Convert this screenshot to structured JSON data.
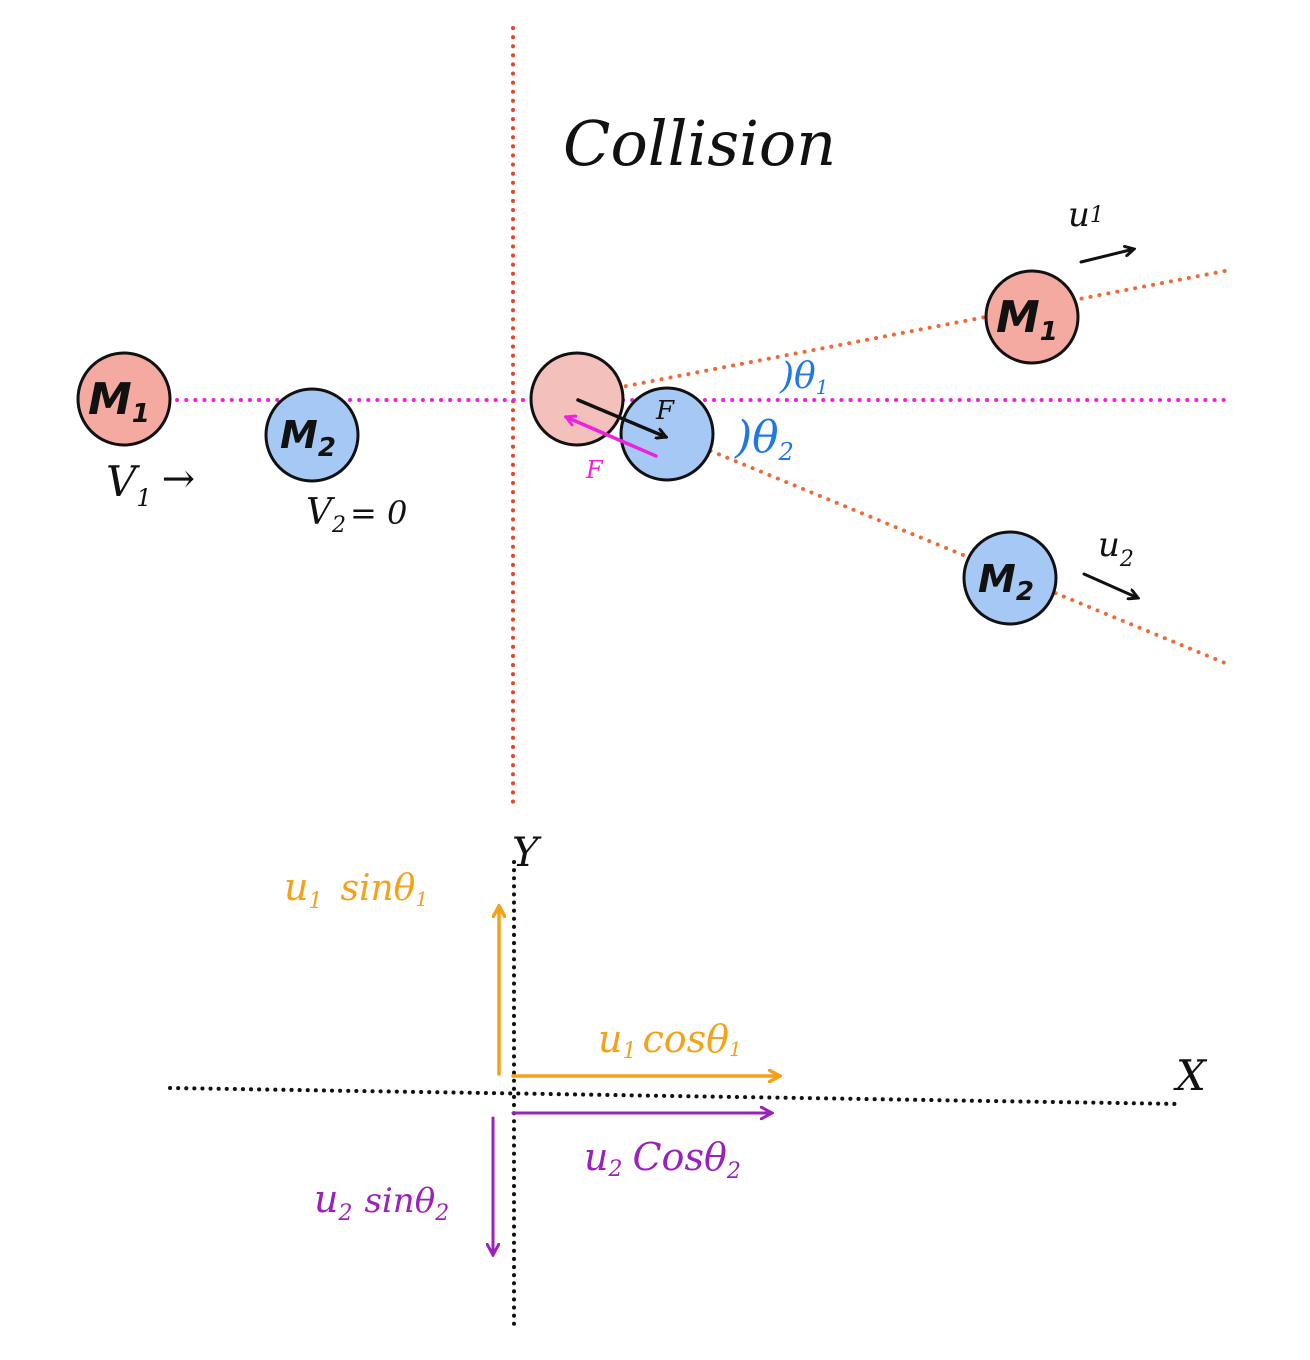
{
  "title": "Collision",
  "colors": {
    "ball_m1": "#f4aaa0",
    "ball_m1_collision": "#f3c0bb",
    "ball_m2": "#a6c8f5",
    "outline": "#111111",
    "boundary_line": "#e8432a",
    "trajectory_line": "#ef6a3a",
    "horizontal_line": "#ee22dd",
    "angle_color": "#1e78e6",
    "reaction_force": "#ee22dd",
    "u1_components": "#f4a21a",
    "u2_components": "#9a22bb",
    "axis": "#111111"
  },
  "before_collision": {
    "m1": {
      "letter": "M",
      "sub": "1"
    },
    "m2": {
      "letter": "M",
      "sub": "2"
    },
    "v1": {
      "letter": "V",
      "sub": "1",
      "arrow": "→"
    },
    "v2": {
      "letter": "V",
      "sub": "2",
      "value": "= 0"
    }
  },
  "at_collision": {
    "force": "F",
    "reaction_force": "F"
  },
  "after_collision": {
    "m1": {
      "letter": "M",
      "sub": "1"
    },
    "m2": {
      "letter": "M",
      "sub": "2"
    },
    "u1": {
      "letter": "u",
      "sub": "1"
    },
    "u2": {
      "letter": "u",
      "sub": "2"
    },
    "theta1": {
      "symbol": ")θ",
      "sub": "1"
    },
    "theta2": {
      "symbol": ")θ",
      "sub": "2"
    }
  },
  "components": {
    "y_axis": "Y",
    "x_axis": "X",
    "u1_sin": {
      "u": "u",
      "u_sub": "1",
      "fn": "sinθ",
      "theta_sub": "1"
    },
    "u1_cos": {
      "u": "u",
      "u_sub": "1",
      "fn": "cosθ",
      "theta_sub": "1"
    },
    "u2_cos": {
      "u": "u",
      "u_sub": "2",
      "fn": "Cosθ",
      "theta_sub": "2"
    },
    "u2_sin": {
      "u": "u",
      "u_sub": "2",
      "fn": "sinθ",
      "theta_sub": "2"
    }
  }
}
